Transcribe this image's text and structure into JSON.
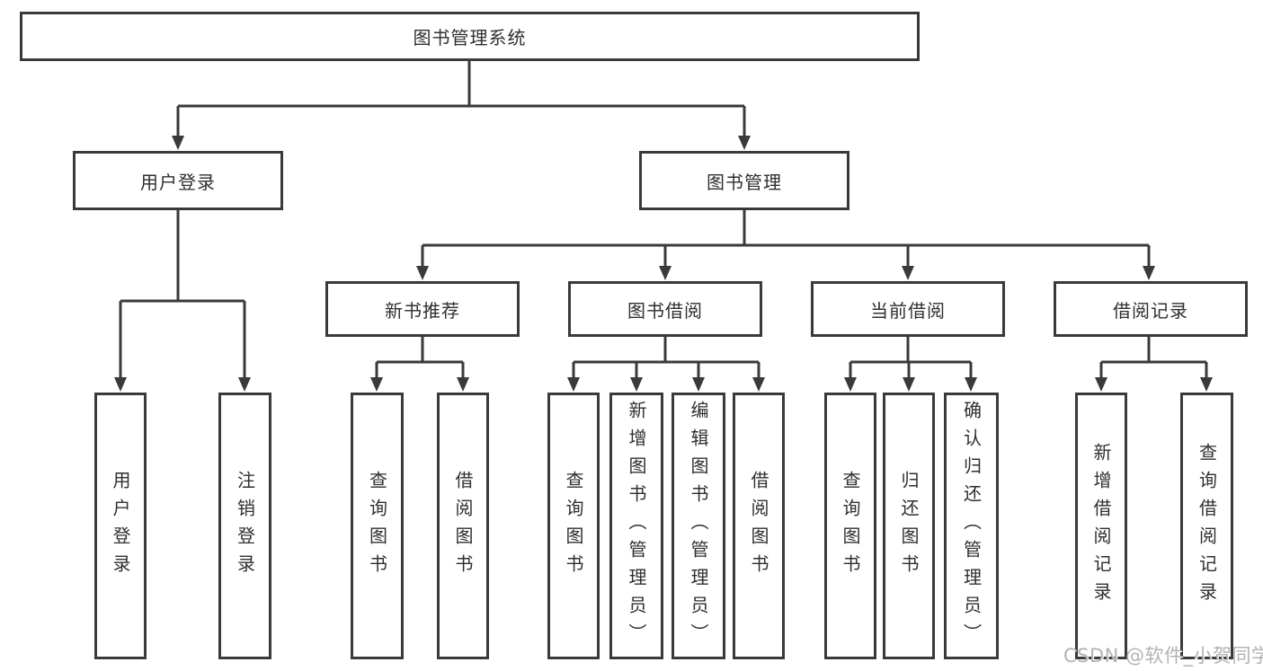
{
  "tree": {
    "root": "图书管理系统",
    "level2": [
      {
        "label": "用户登录"
      },
      {
        "label": "图书管理"
      }
    ],
    "level3": [
      {
        "label": "新书推荐"
      },
      {
        "label": "图书借阅"
      },
      {
        "label": "当前借阅"
      },
      {
        "label": "借阅记录"
      }
    ],
    "leaves": {
      "user_login": [
        "用户登录",
        "注销登录"
      ],
      "new_book_recommend": [
        "查询图书",
        "借阅图书"
      ],
      "book_borrow": [
        "查询图书",
        "新增图书（管理员）",
        "编辑图书（管理员）",
        "借阅图书"
      ],
      "current_borrow": [
        "查询图书",
        "归还图书",
        "确认归还（管理员）"
      ],
      "borrow_record": [
        "新增借阅记录",
        "查询借阅记录"
      ]
    }
  },
  "watermark": {
    "text": "CSDN @软件_小贺同学"
  },
  "colors": {
    "line": "#3a3a3a",
    "box_border": "#3a3a3a",
    "text": "#2f2f2f",
    "watermark": "#b3b3b3",
    "background": "#ffffff"
  }
}
